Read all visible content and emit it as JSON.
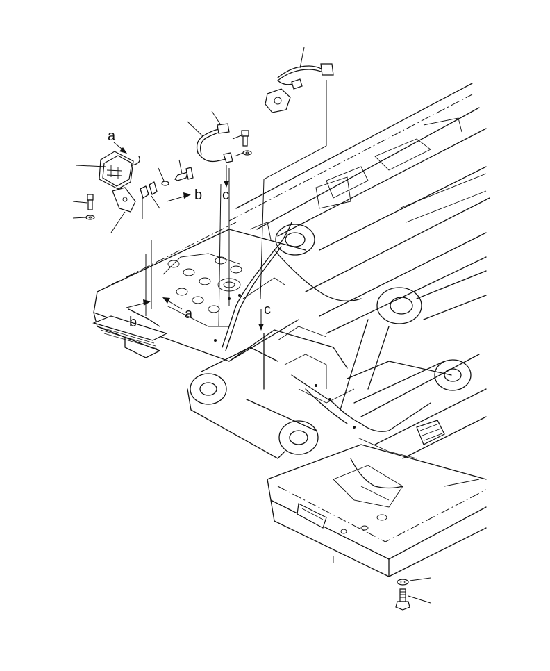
{
  "callouts": {
    "a_top": "a",
    "b_top": "b",
    "c_top": "c",
    "a_mid": "a",
    "b_mid": "b",
    "c_mid": "c"
  },
  "colors": {
    "line": "#111111",
    "background": "#ffffff"
  },
  "icons": [
    "arrow-icon",
    "bolt-icon",
    "washer-icon",
    "lamp-icon",
    "harness-icon"
  ]
}
